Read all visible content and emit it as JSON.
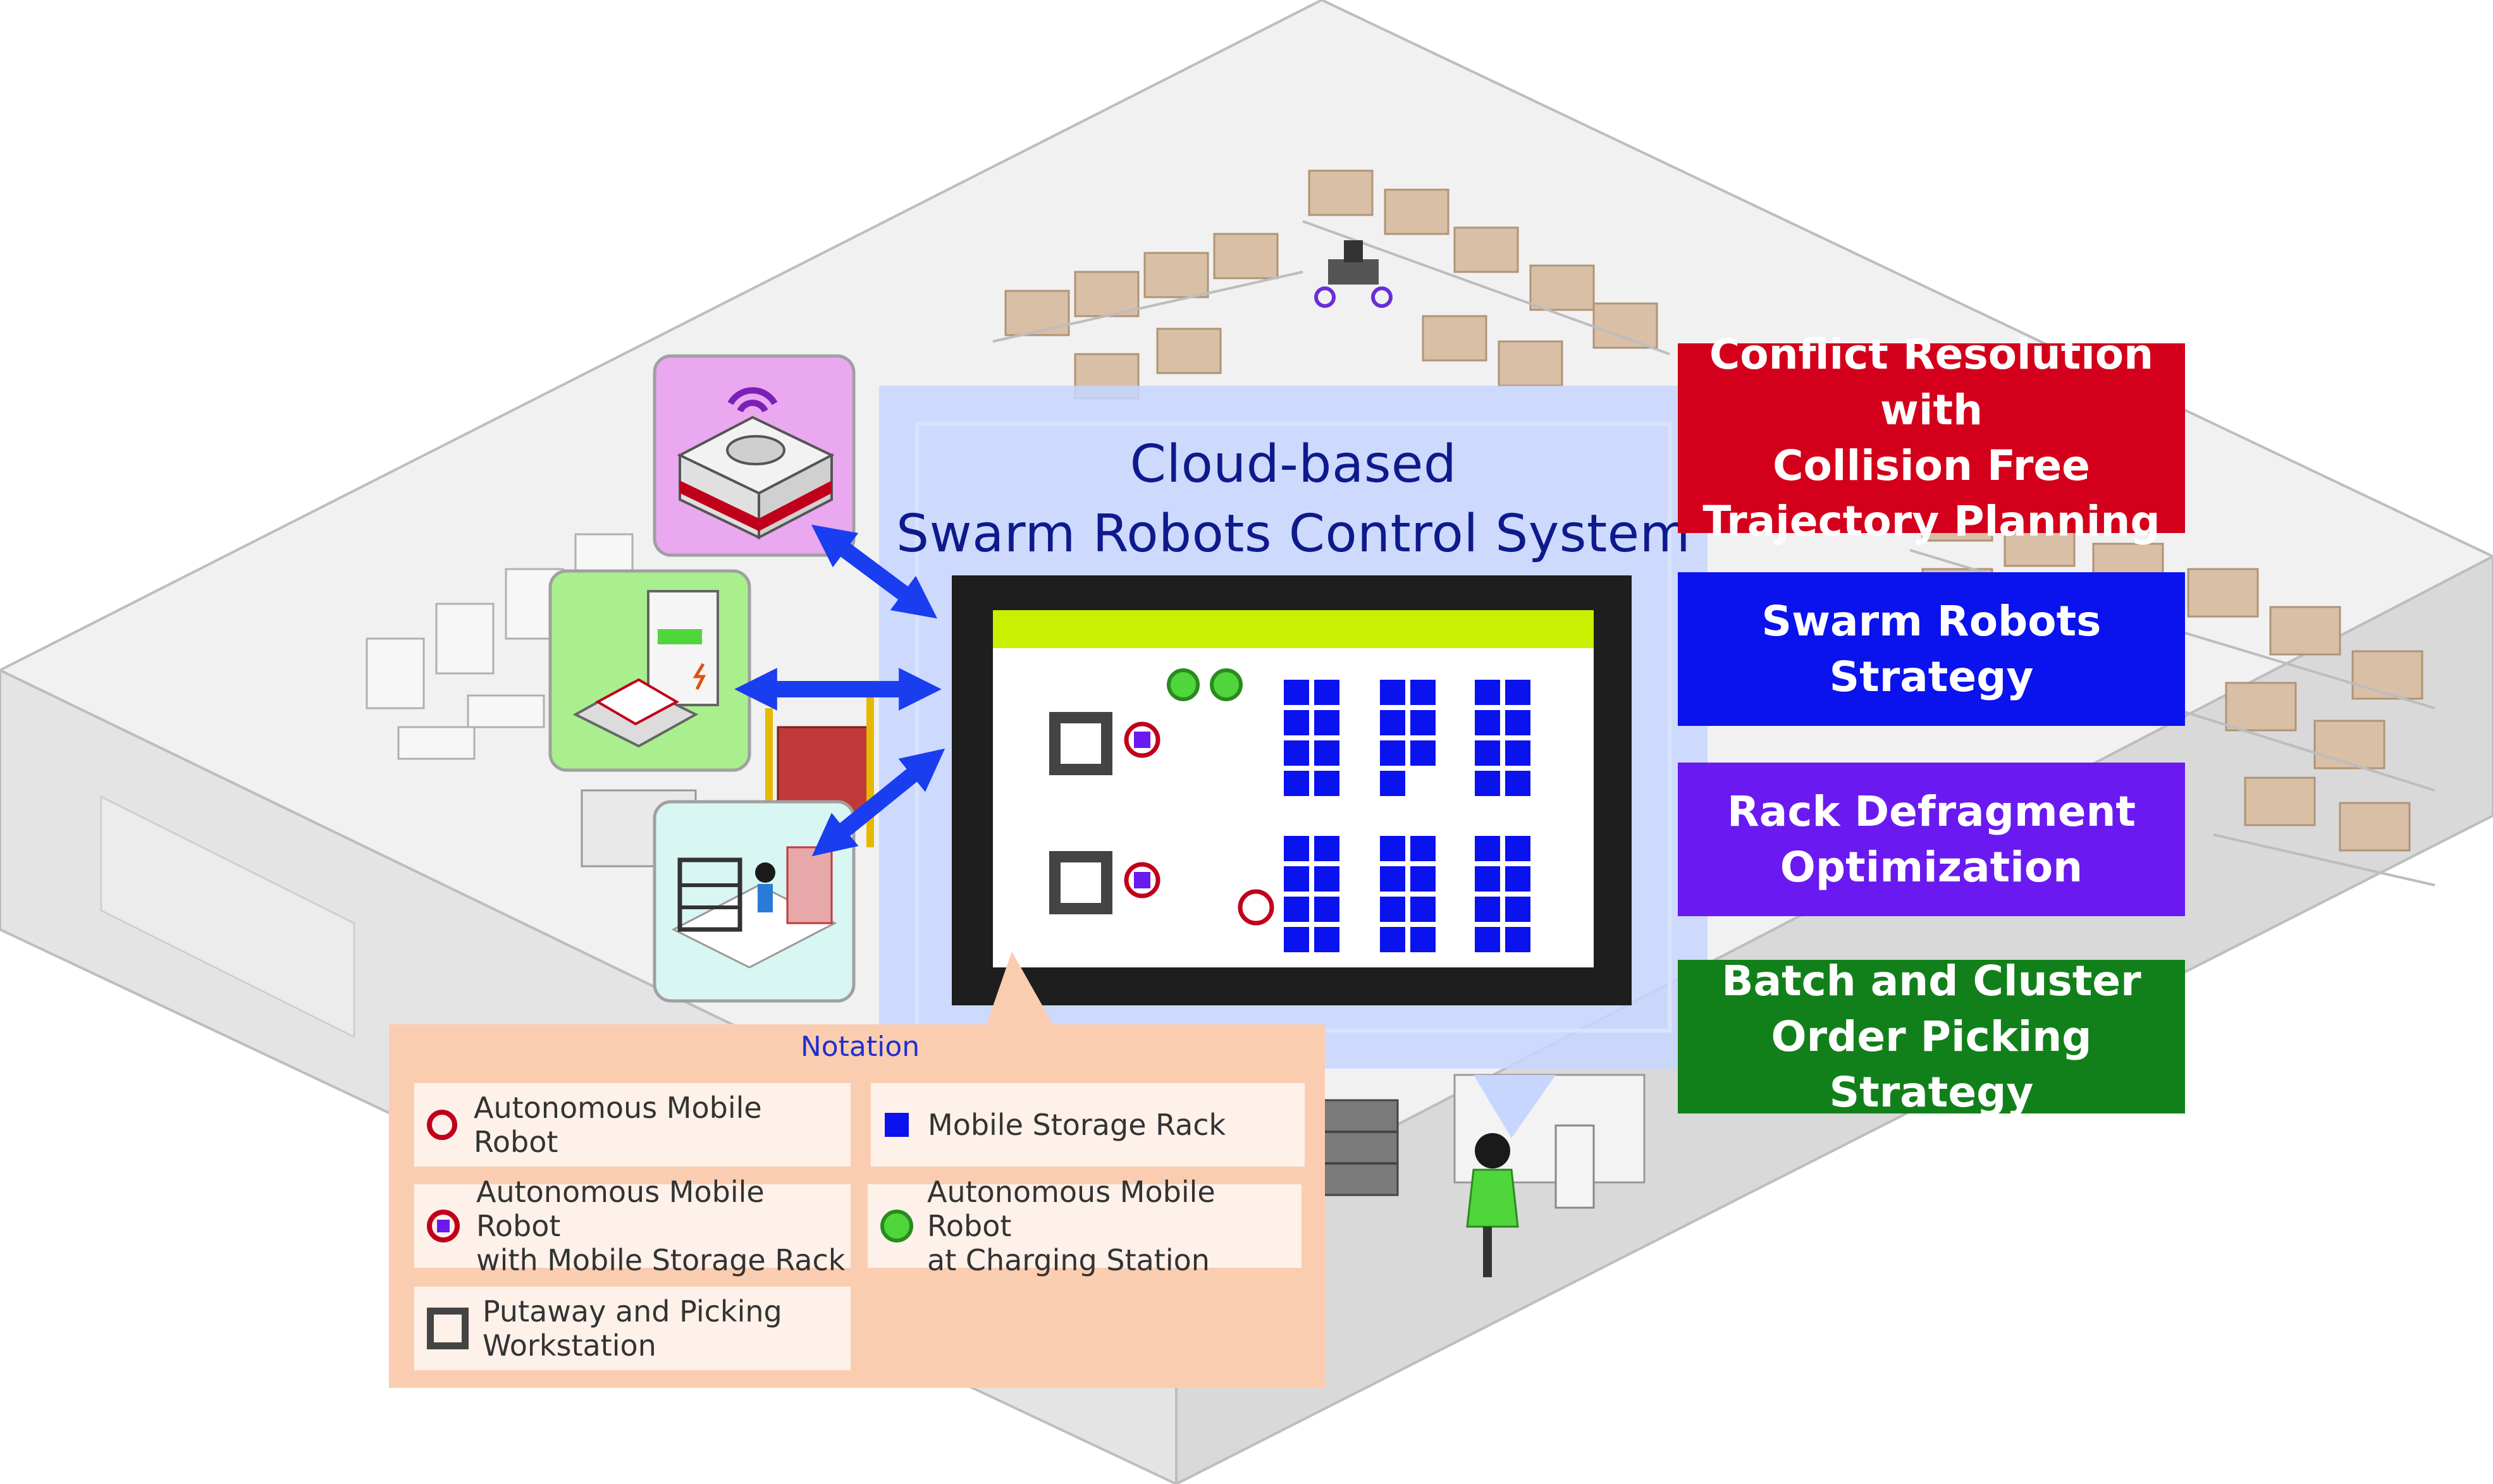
{
  "diagram": {
    "title_lines": [
      "Cloud-based",
      "Swarm Robots Control System"
    ],
    "strategies": [
      {
        "lines": [
          "Conflict Resolution with",
          "Collision Free",
          "Trajectory Planning"
        ],
        "color": "#d4001b"
      },
      {
        "lines": [
          "Swarm Robots Strategy"
        ],
        "color": "#0a12ee"
      },
      {
        "lines": [
          "Rack Defragment",
          "Optimization"
        ],
        "color": "#6a1af0"
      },
      {
        "lines": [
          "Batch and Cluster",
          "Order Picking Strategy"
        ],
        "color": "#12801a"
      }
    ],
    "notation": {
      "title": "Notation",
      "items": [
        {
          "icon": "red-ring-icon",
          "lines": [
            "Autonomous Mobile Robot"
          ]
        },
        {
          "icon": "blue-square-icon",
          "lines": [
            "Mobile Storage Rack"
          ]
        },
        {
          "icon": "red-ring-with-square-icon",
          "lines": [
            "Autonomous Mobile Robot",
            "with Mobile Storage Rack"
          ]
        },
        {
          "icon": "green-circle-icon",
          "lines": [
            "Autonomous Mobile Robot",
            "at Charging Station"
          ]
        },
        {
          "icon": "dark-square-outline-icon",
          "lines": [
            "Putaway and Picking",
            "Workstation"
          ]
        }
      ]
    },
    "colors": {
      "robot_ring": "#c0001a",
      "rack_blue": "#0a12ee",
      "charging_green": "#4fd63a",
      "workstation_gray": "#444444",
      "screen_header": "#c8f000",
      "screen_frame": "#1e1e1e",
      "control_panel": "#c7d6ff",
      "notation_panel": "#fbcdb0"
    }
  }
}
